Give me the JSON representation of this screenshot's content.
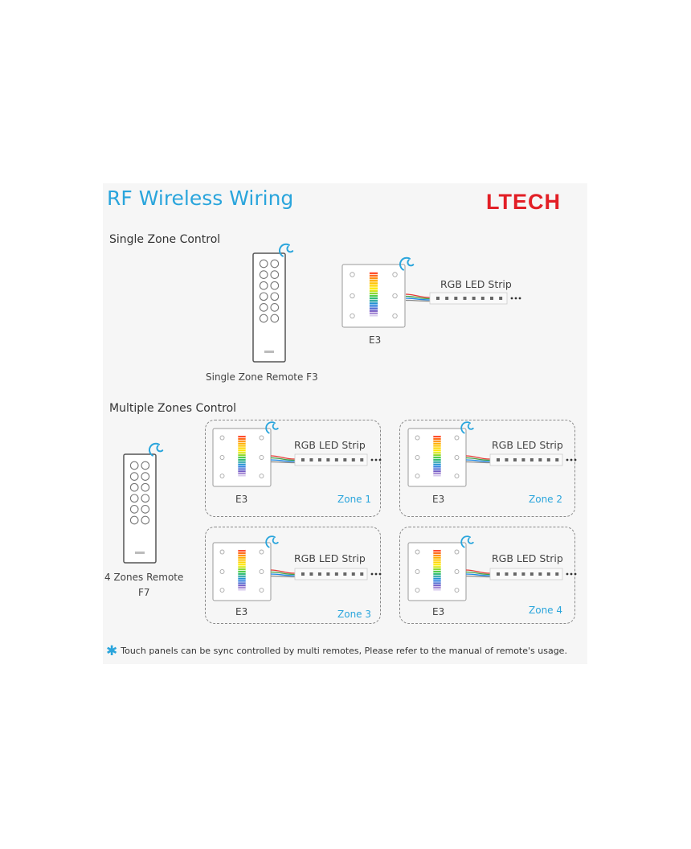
{
  "header": {
    "title": "RF Wireless Wiring",
    "logo_text": "LTECH"
  },
  "single": {
    "section_title": "Single Zone Control",
    "remote_label": "Single Zone Remote F3",
    "panel_label": "E3",
    "strip_label": "RGB LED Strip"
  },
  "multi": {
    "section_title": "Multiple Zones Control",
    "remote_label_line1": "4 Zones Remote",
    "remote_label_line2": "F7",
    "zones": [
      {
        "panel": "E3",
        "strip": "RGB LED Strip",
        "zone": "Zone 1"
      },
      {
        "panel": "E3",
        "strip": "RGB LED Strip",
        "zone": "Zone 2"
      },
      {
        "panel": "E3",
        "strip": "RGB LED Strip",
        "zone": "Zone 3"
      },
      {
        "panel": "E3",
        "strip": "RGB LED Strip",
        "zone": "Zone 4"
      }
    ]
  },
  "footnote": {
    "text": "Touch panels can be sync controlled by multi remotes, Please refer to the manual of remote's usage."
  },
  "colors": {
    "accent": "#2aa5dc",
    "brand": "#e21f26"
  },
  "icons": [
    "wifi-signal-icon",
    "asterisk-icon"
  ]
}
